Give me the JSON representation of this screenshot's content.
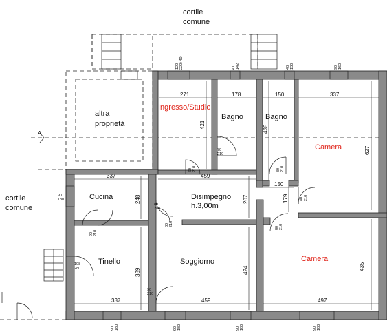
{
  "exterior": {
    "courtyard_top": [
      "cortile",
      "comune"
    ],
    "courtyard_left": [
      "cortile",
      "comune"
    ],
    "other_property": [
      "altra",
      "proprietà"
    ]
  },
  "rooms": {
    "entrance": "Ingresso/Studio",
    "bath1": "Bagno",
    "bath2": "Bagno",
    "bedroom1": "Camera",
    "bedroom2": "Camera",
    "kitchen": "Cucina",
    "hallway": "Disimpegno",
    "hallway_height": "h.3,00m",
    "dining": "Tinello",
    "living": "Soggiorno"
  },
  "dimensions": {
    "entrance_w": "271",
    "bath1_w": "178",
    "bath2_w": "150",
    "bedroom1_w": "337",
    "entrance_h": "421",
    "bath2_h": "438",
    "bedroom1_h": "627",
    "kitchen_w": "337",
    "hallway_w": "459",
    "hall_small_w": "150",
    "kitchen_h": "248",
    "hallway_h": "207",
    "hall_small_h": "179",
    "dining_h": "389",
    "living_h": "424",
    "bedroom2_h": "435",
    "bottom_dining_w": "337",
    "bottom_living_w": "459",
    "bottom_bedroom_w": "497"
  },
  "openings": {
    "top_entrance": [
      "120",
      "220+40"
    ],
    "top_bath1": [
      "41",
      "142"
    ],
    "top_bath2": [
      "48",
      "130"
    ],
    "top_bedroom": [
      "90",
      "160"
    ],
    "door_bath1": [
      "70",
      "210"
    ],
    "door_entrance": [
      "60",
      "210"
    ],
    "door_bath2": [
      "80",
      "210"
    ],
    "door_bedroom1": [
      "80",
      "210"
    ],
    "door_kitchen_hall": [
      "80",
      "210"
    ],
    "door_living_top": [
      "80",
      "210"
    ],
    "door_kitchen": [
      "90",
      "210"
    ],
    "door_bedroom2": [
      "80",
      "210"
    ],
    "door_living_bottom": [
      "90",
      "210"
    ],
    "window_kitchen": [
      "90",
      "180"
    ],
    "door_dining_side": [
      "108",
      "280"
    ],
    "bottom_dining": [
      "90",
      "180"
    ],
    "bottom_living": [
      "90",
      "180"
    ],
    "bottom_living2": [
      "90",
      "180"
    ],
    "bottom_bedroom": [
      "90",
      "180"
    ]
  },
  "section_marker": "A"
}
